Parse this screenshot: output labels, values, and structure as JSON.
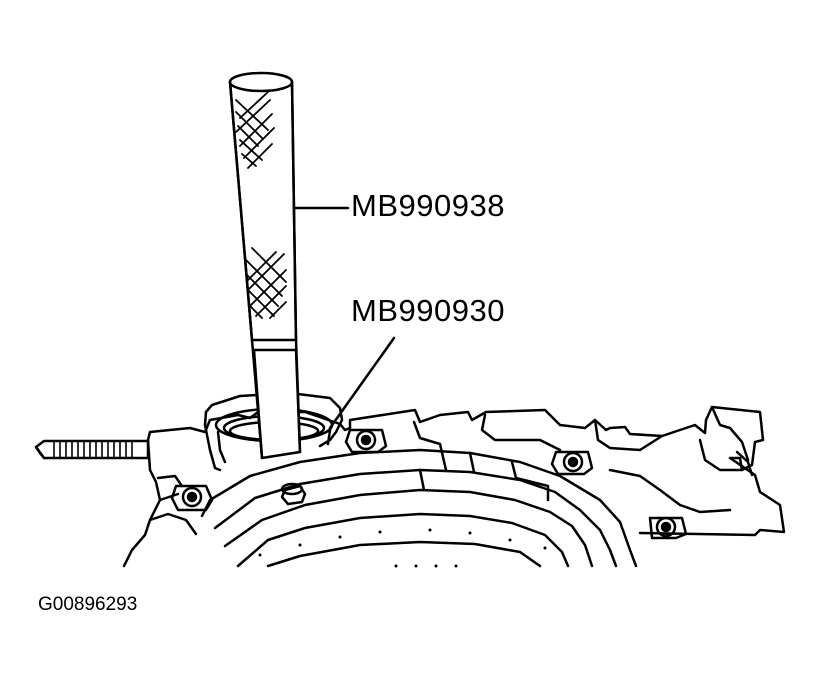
{
  "callouts": {
    "tool_1": "MB990938",
    "tool_2": "MB990930"
  },
  "figure_id": "G00896293",
  "colors": {
    "line": "#000000",
    "background": "#ffffff"
  }
}
